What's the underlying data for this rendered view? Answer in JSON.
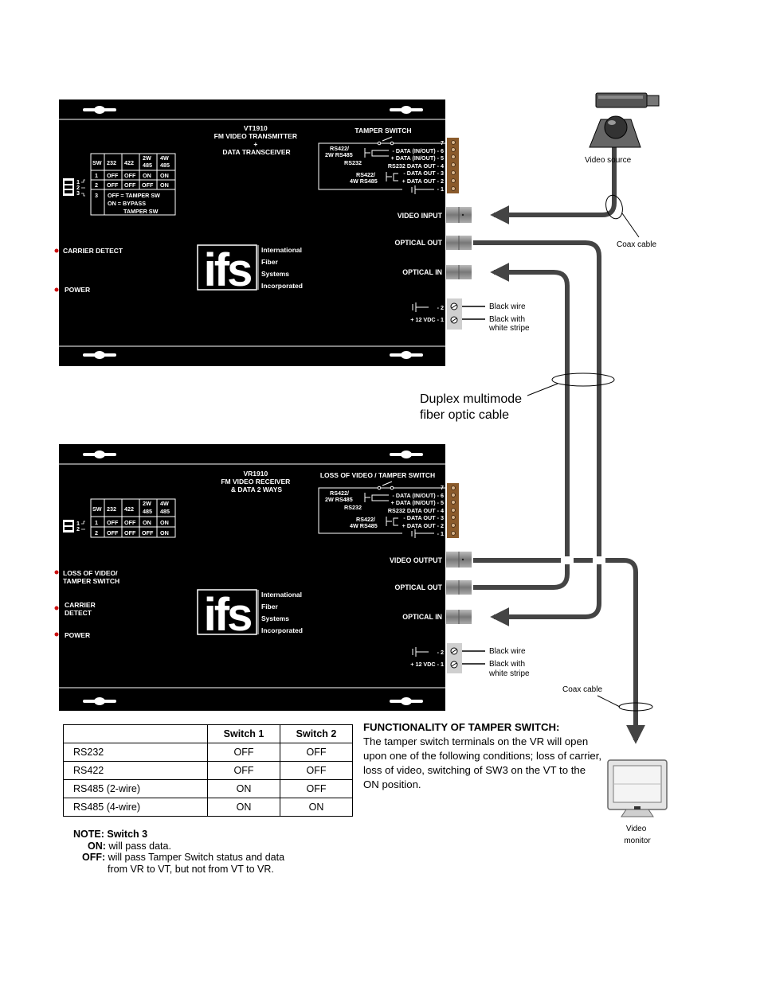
{
  "vt": {
    "title1": "VT1910",
    "title2": "FM VIDEO TRANSMITTER",
    "title3": "+",
    "title4": "DATA TRANSCEIVER",
    "switch_table": {
      "headers": [
        "SW",
        "232",
        "422",
        "2W",
        "4W"
      ],
      "headers_sub": [
        "",
        "",
        "",
        "485",
        "485"
      ],
      "rows": [
        [
          "1",
          "OFF",
          "OFF",
          "ON",
          "ON"
        ],
        [
          "2",
          "OFF",
          "OFF",
          "OFF",
          "ON"
        ]
      ],
      "row3_num": "3",
      "row3_line1": "OFF = TAMPER SW",
      "row3_line2": "ON = BYPASS",
      "row3_line3": "TAMPER SW"
    },
    "dip_labels": [
      "1",
      "2",
      "3"
    ],
    "left_labels": [
      "CARRIER DETECT",
      "POWER"
    ],
    "tamper_title": "TAMPER SWITCH",
    "term_labels": {
      "t7": "- 7",
      "t6": "- DATA (IN/OUT) - 6",
      "t5": "+ DATA (IN/OUT) - 5",
      "t4": "RS232 DATA OUT - 4",
      "t3": "- DATA OUT - 3",
      "t2": "+ DATA OUT - 2",
      "t1": "- 1"
    },
    "proto_a1": "RS422/",
    "proto_a2": "2W RS485",
    "proto_b": "RS232",
    "proto_c1": "RS422/",
    "proto_c2": "4W RS485",
    "ports": [
      "VIDEO INPUT",
      "OPTICAL OUT",
      "OPTICAL IN"
    ],
    "power_terms": [
      "- 2",
      "+ 12 VDC - 1"
    ]
  },
  "vr": {
    "title1": "VR1910",
    "title2": "FM VIDEO RECEIVER",
    "title3": "& DATA 2 WAYS",
    "switch_table": {
      "headers": [
        "SW",
        "232",
        "422",
        "2W",
        "4W"
      ],
      "headers_sub": [
        "",
        "",
        "",
        "485",
        "485"
      ],
      "rows": [
        [
          "1",
          "OFF",
          "OFF",
          "ON",
          "ON"
        ],
        [
          "2",
          "OFF",
          "OFF",
          "OFF",
          "ON"
        ]
      ]
    },
    "dip_labels": [
      "1",
      "2"
    ],
    "left_label1a": "LOSS OF VIDEO/",
    "left_label1b": "TAMPER SWITCH",
    "left_label2a": "CARRIER",
    "left_label2b": "DETECT",
    "left_label3": "POWER",
    "tamper_title": "LOSS OF VIDEO / TAMPER SWITCH",
    "term_labels": {
      "t7": "- 7",
      "t6": "- DATA (IN/OUT) - 6",
      "t5": "+ DATA (IN/OUT) - 5",
      "t4": "RS232 DATA OUT - 4",
      "t3": "- DATA OUT - 3",
      "t2": "+ DATA OUT - 2",
      "t1": "- 1"
    },
    "proto_a1": "RS422/",
    "proto_a2": "2W RS485",
    "proto_b": "RS232",
    "proto_c1": "RS422/",
    "proto_c2": "4W RS485",
    "ports": [
      "VIDEO OUTPUT",
      "OPTICAL OUT",
      "OPTICAL IN"
    ],
    "power_terms": [
      "- 2",
      "+ 12 VDC - 1"
    ]
  },
  "logo": {
    "mark": "ifs",
    "lines": [
      "International",
      "Fiber",
      "Systems",
      "Incorporated"
    ]
  },
  "callouts": {
    "video_source": "Video source",
    "coax_top": "Coax cable",
    "black_wire": "Black wire",
    "black_white_1": "Black with",
    "black_white_2": "white stripe",
    "duplex_1": "Duplex multimode",
    "duplex_2": "fiber optic cable",
    "coax_bottom": "Coax cable",
    "monitor_1": "Video",
    "monitor_2": "monitor"
  },
  "compat_table": {
    "headers": [
      "",
      "Switch 1",
      "Switch 2"
    ],
    "rows": [
      [
        "RS232",
        "OFF",
        "OFF"
      ],
      [
        "RS422",
        "OFF",
        "OFF"
      ],
      [
        "RS485 (2-wire)",
        "ON",
        "OFF"
      ],
      [
        "RS485 (4-wire)",
        "ON",
        "ON"
      ]
    ]
  },
  "functionality": {
    "title": "FUNCTIONALITY OF TAMPER SWITCH:",
    "body": "The tamper switch terminals on the VR will open upon one of the following conditions; loss of carrier, loss of video, switching  of SW3 on the VT to the ON position."
  },
  "note": {
    "head_label": "NOTE:",
    "head_text": "Switch 3",
    "on_label": "ON:",
    "on_text": "will pass data.",
    "off_label": "OFF:",
    "off_text1": "will pass Tamper Switch status and data",
    "off_text2": "from VR to VT, but not from VT to VR."
  },
  "colors": {
    "panel": "#000000",
    "cable": "#444444",
    "terminal_block": "#8a5a2b",
    "led": "#cc1111",
    "connector": "#8c8c8c"
  }
}
